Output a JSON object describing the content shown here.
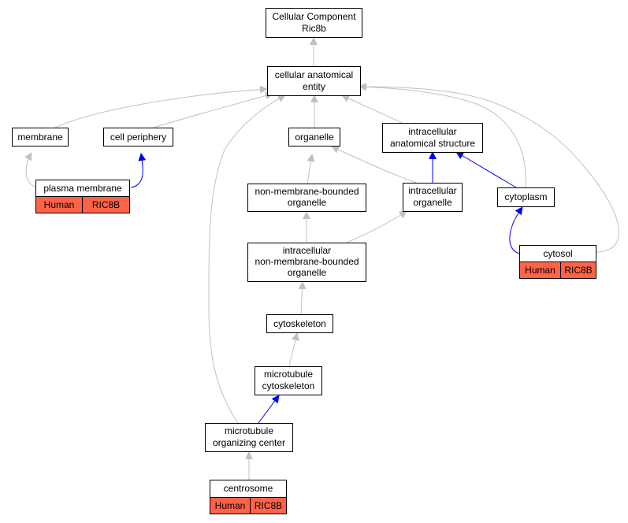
{
  "colors": {
    "is_a_edge": "#c0c0c0",
    "part_of_edge": "#0000ff",
    "annotation_tag": "#ff6347",
    "node_border": "#000000",
    "background": "#ffffff"
  },
  "nodes": {
    "root": [
      "Cellular Component",
      "Ric8b"
    ],
    "cellular_anatomical_entity": [
      "cellular anatomical",
      "entity"
    ],
    "membrane": [
      "membrane"
    ],
    "cell_periphery": [
      "cell periphery"
    ],
    "organelle": [
      "organelle"
    ],
    "intracellular_anatomical_structure": [
      "intracellular",
      "anatomical structure"
    ],
    "plasma_membrane": [
      "plasma membrane"
    ],
    "non_membrane_bounded_organelle": [
      "non-membrane-bounded",
      "organelle"
    ],
    "intracellular_organelle": [
      "intracellular",
      "organelle"
    ],
    "cytoplasm": [
      "cytoplasm"
    ],
    "intracellular_non_membrane_bounded_organelle": [
      "intracellular",
      "non-membrane-bounded",
      "organelle"
    ],
    "cytosol": [
      "cytosol"
    ],
    "cytoskeleton": [
      "cytoskeleton"
    ],
    "microtubule_cytoskeleton": [
      "microtubule",
      "cytoskeleton"
    ],
    "microtubule_organizing_center": [
      "microtubule",
      "organizing center"
    ],
    "centrosome": [
      "centrosome"
    ]
  },
  "annotations": {
    "plasma_membrane": {
      "species": "Human",
      "gene": "RIC8B"
    },
    "cytosol": {
      "species": "Human",
      "gene": "RIC8B"
    },
    "centrosome": {
      "species": "Human",
      "gene": "RIC8B"
    }
  }
}
